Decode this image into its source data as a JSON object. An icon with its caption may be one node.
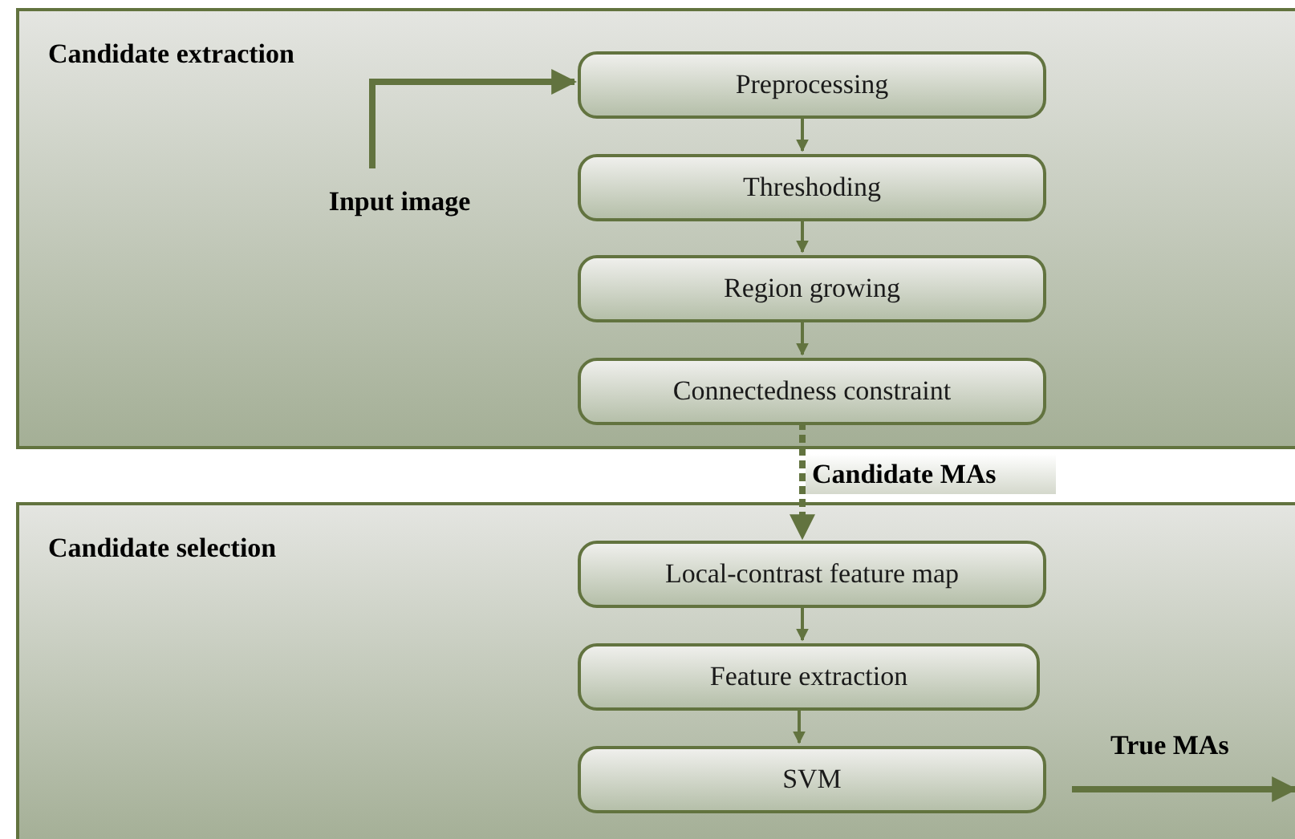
{
  "diagram": {
    "nodes": [
      {
        "text": [
          "Candidate extraction"
        ]
      },
      {
        "text": [
          "Input image"
        ],
        "in": 0
      },
      {
        "text": [
          "Preprocessing"
        ],
        "in": 0
      },
      {
        "text": [
          "Threshoding"
        ],
        "in": 0
      },
      {
        "text": [
          "Region growing"
        ],
        "in": 0
      },
      {
        "text": [
          "Connectedness constraint"
        ],
        "in": 0
      },
      {
        "text": [
          "Candidate selection"
        ]
      },
      {
        "text": [
          "Local-contrast feature map"
        ],
        "in": 6
      },
      {
        "text": [
          "Feature extraction"
        ],
        "in": 6
      },
      {
        "text": [
          "SVM"
        ],
        "in": 6
      }
    ],
    "edges": [
      {
        "from": 1,
        "to": 2,
        "arrow": "to",
        "style": "thick"
      },
      {
        "from": 2,
        "to": 3,
        "arrow": "to"
      },
      {
        "from": 3,
        "to": 4,
        "arrow": "to"
      },
      {
        "from": 4,
        "to": 5,
        "arrow": "to"
      },
      {
        "from": 5,
        "to": 7,
        "arrow": "to",
        "label": "Candidate MAs",
        "style": "dashed"
      },
      {
        "from": 7,
        "to": 8,
        "arrow": "to"
      },
      {
        "from": 8,
        "to": 9,
        "arrow": "to"
      },
      {
        "from": 9,
        "to": null,
        "arrow": "to",
        "label": "True MAs",
        "style": "thick"
      }
    ]
  }
}
